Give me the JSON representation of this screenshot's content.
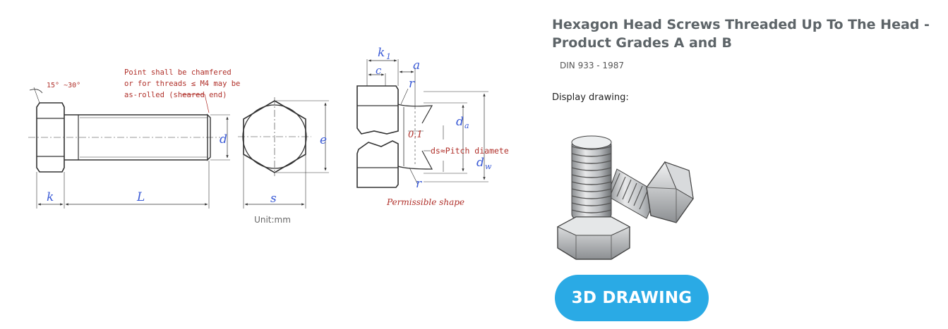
{
  "drawing": {
    "angle_label": "15° ~30°",
    "note_lines": [
      "Point shall be chamfered",
      "or for threads ≤ M4 may be",
      "as-rolled (sheared end)"
    ],
    "dim_d": "d",
    "dim_e": "e",
    "dim_k": "k",
    "dim_L": "L",
    "dim_s": "s",
    "dim_k1": "k",
    "dim_k1_sub": "1",
    "dim_c": "c",
    "dim_a": "a",
    "dim_r_top": "r",
    "dim_r_bottom": "r",
    "dim_da": "d",
    "dim_da_sub": "a",
    "dim_dw": "d",
    "dim_dw_sub": "w",
    "dim_01": "0.1",
    "ds_note": "ds≈Pitch diamete",
    "permissible": "Permissible shape",
    "unit": "Unit:mm"
  },
  "panel": {
    "title": "Hexagon Head Screws Threaded Up To The Head -\nProduct Grades A and B",
    "standard": "DIN 933 - 1987",
    "display_label": "Display drawing:",
    "button_label": "3D DRAWING"
  },
  "colors": {
    "title": "#5d6468",
    "button": "#2aaae5",
    "dimension_blue": "#3b5bd6",
    "note_red": "#b0302a"
  }
}
